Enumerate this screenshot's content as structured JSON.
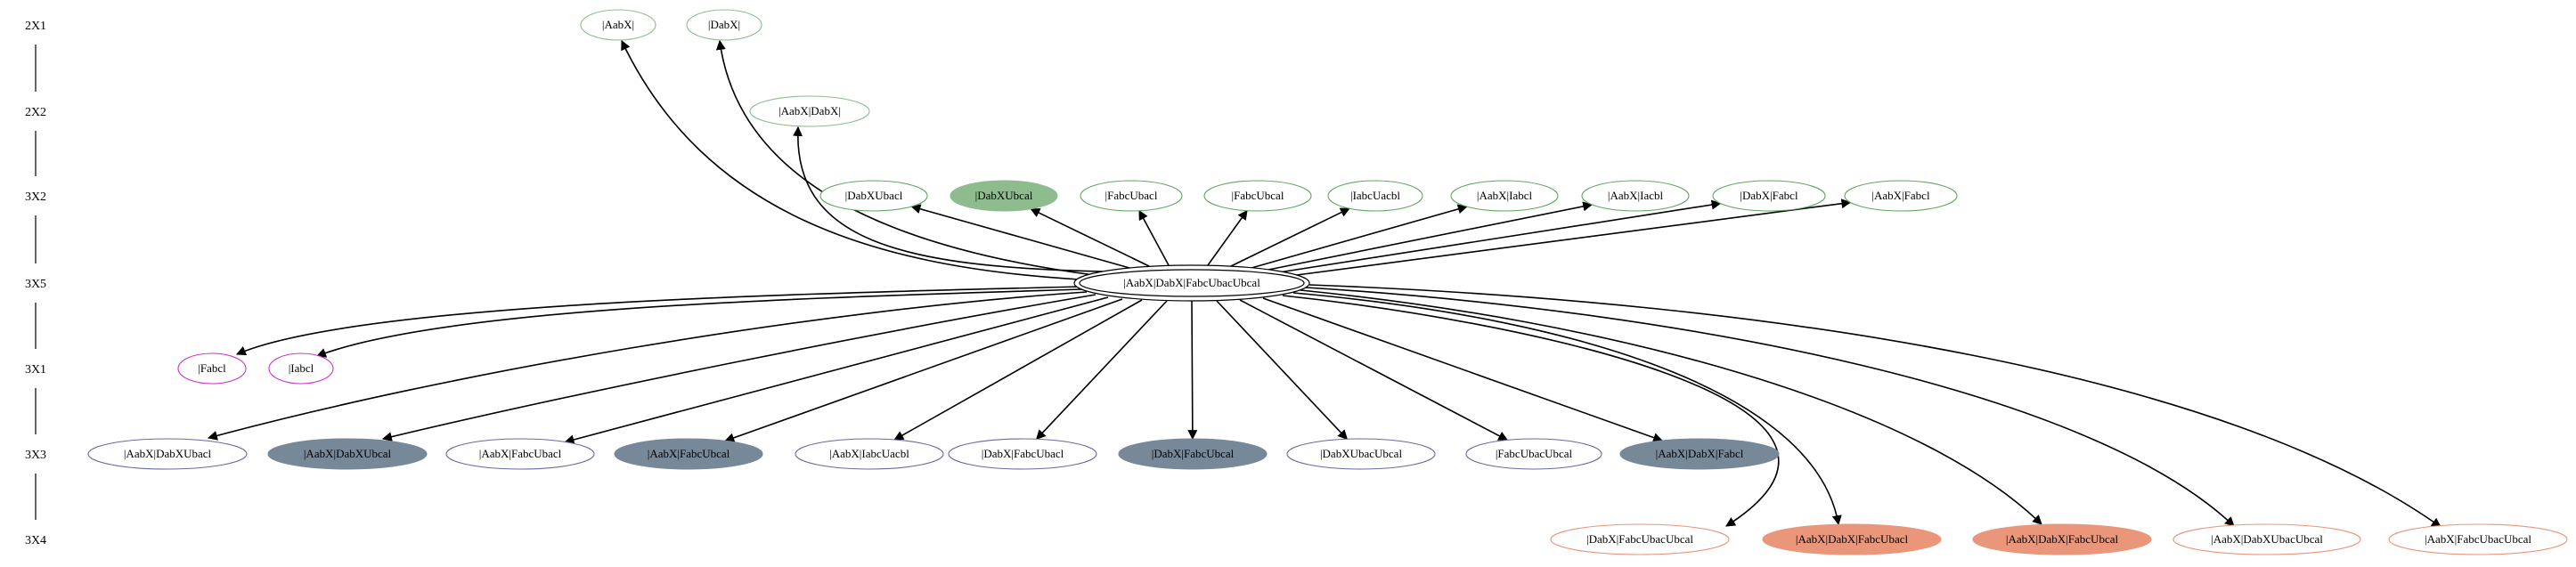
{
  "ranks": [
    {
      "id": "r2x1",
      "label": "2X1"
    },
    {
      "id": "r2x2",
      "label": "2X2"
    },
    {
      "id": "r3x2",
      "label": "3X2"
    },
    {
      "id": "r3x5",
      "label": "3X5"
    },
    {
      "id": "r3x1",
      "label": "3X1"
    },
    {
      "id": "r3x3",
      "label": "3X3"
    },
    {
      "id": "r3x4",
      "label": "3X4"
    }
  ],
  "root": {
    "id": "root",
    "label": "|AabX|DabX|FabcUbacUbcal"
  },
  "nodes": [
    {
      "id": "n2x1a",
      "rank": "r2x1",
      "label": "|AabX|",
      "stroke": "#8fbc8f",
      "fill": "none"
    },
    {
      "id": "n2x1b",
      "rank": "r2x1",
      "label": "|DabX|",
      "stroke": "#8fbc8f",
      "fill": "none"
    },
    {
      "id": "n2x2a",
      "rank": "r2x2",
      "label": "|AabX|DabX|",
      "stroke": "#8fbc8f",
      "fill": "none"
    },
    {
      "id": "n3x2a",
      "rank": "r3x2",
      "label": "|DabXUbacl",
      "stroke": "#5fa85f",
      "fill": "none"
    },
    {
      "id": "n3x2b",
      "rank": "r3x2",
      "label": "|DabXUbcal",
      "stroke": "#8fbc8f",
      "fill": "#8fbc8f"
    },
    {
      "id": "n3x2c",
      "rank": "r3x2",
      "label": "|FabcUbacl",
      "stroke": "#5fa85f",
      "fill": "none"
    },
    {
      "id": "n3x2d",
      "rank": "r3x2",
      "label": "|FabcUbcal",
      "stroke": "#5fa85f",
      "fill": "none"
    },
    {
      "id": "n3x2e",
      "rank": "r3x2",
      "label": "|IabcUacbl",
      "stroke": "#5fa85f",
      "fill": "none"
    },
    {
      "id": "n3x2f",
      "rank": "r3x2",
      "label": "|AabX|Iabcl",
      "stroke": "#5fa85f",
      "fill": "none"
    },
    {
      "id": "n3x2g",
      "rank": "r3x2",
      "label": "|AabX|Iacbl",
      "stroke": "#5fa85f",
      "fill": "none"
    },
    {
      "id": "n3x2h",
      "rank": "r3x2",
      "label": "|DabX|Fabcl",
      "stroke": "#5fa85f",
      "fill": "none"
    },
    {
      "id": "n3x2i",
      "rank": "r3x2",
      "label": "|AabX|Fabcl",
      "stroke": "#5fa85f",
      "fill": "none"
    },
    {
      "id": "n3x1a",
      "rank": "r3x1",
      "label": "|Fabcl",
      "stroke": "#cc33cc",
      "fill": "none"
    },
    {
      "id": "n3x1b",
      "rank": "r3x1",
      "label": "|Iabcl",
      "stroke": "#cc33cc",
      "fill": "none"
    },
    {
      "id": "n3x3a",
      "rank": "r3x3",
      "label": "|AabX|DabXUbacl",
      "stroke": "#6a6aa0",
      "fill": "none"
    },
    {
      "id": "n3x3b",
      "rank": "r3x3",
      "label": "|AabX|DabXUbcal",
      "stroke": "#778899",
      "fill": "#778899"
    },
    {
      "id": "n3x3c",
      "rank": "r3x3",
      "label": "|AabX|FabcUbacl",
      "stroke": "#6a6aa0",
      "fill": "none"
    },
    {
      "id": "n3x3d",
      "rank": "r3x3",
      "label": "|AabX|FabcUbcal",
      "stroke": "#778899",
      "fill": "#778899"
    },
    {
      "id": "n3x3e",
      "rank": "r3x3",
      "label": "|AabX|IabcUacbl",
      "stroke": "#6a6aa0",
      "fill": "none"
    },
    {
      "id": "n3x3f",
      "rank": "r3x3",
      "label": "|DabX|FabcUbacl",
      "stroke": "#6a6aa0",
      "fill": "none"
    },
    {
      "id": "n3x3g",
      "rank": "r3x3",
      "label": "|DabX|FabcUbcal",
      "stroke": "#778899",
      "fill": "#778899"
    },
    {
      "id": "n3x3h",
      "rank": "r3x3",
      "label": "|DabXUbacUbcal",
      "stroke": "#6a6aa0",
      "fill": "none"
    },
    {
      "id": "n3x3i",
      "rank": "r3x3",
      "label": "|FabcUbacUbcal",
      "stroke": "#6a6aa0",
      "fill": "none"
    },
    {
      "id": "n3x3j",
      "rank": "r3x3",
      "label": "|AabX|DabX|Fabcl",
      "stroke": "#778899",
      "fill": "#778899"
    },
    {
      "id": "n3x4a",
      "rank": "r3x4",
      "label": "|DabX|FabcUbacUbcal",
      "stroke": "#e9967a",
      "fill": "none"
    },
    {
      "id": "n3x4b",
      "rank": "r3x4",
      "label": "|AabX|DabX|FabcUbacl",
      "stroke": "#e9967a",
      "fill": "#e9967a"
    },
    {
      "id": "n3x4c",
      "rank": "r3x4",
      "label": "|AabX|DabX|FabcUbcal",
      "stroke": "#e9967a",
      "fill": "#e9967a"
    },
    {
      "id": "n3x4d",
      "rank": "r3x4",
      "label": "|AabX|DabXUbacUbcal",
      "stroke": "#e9967a",
      "fill": "none"
    },
    {
      "id": "n3x4e",
      "rank": "r3x4",
      "label": "|AabX|FabcUbacUbcal",
      "stroke": "#e9967a",
      "fill": "none"
    }
  ]
}
